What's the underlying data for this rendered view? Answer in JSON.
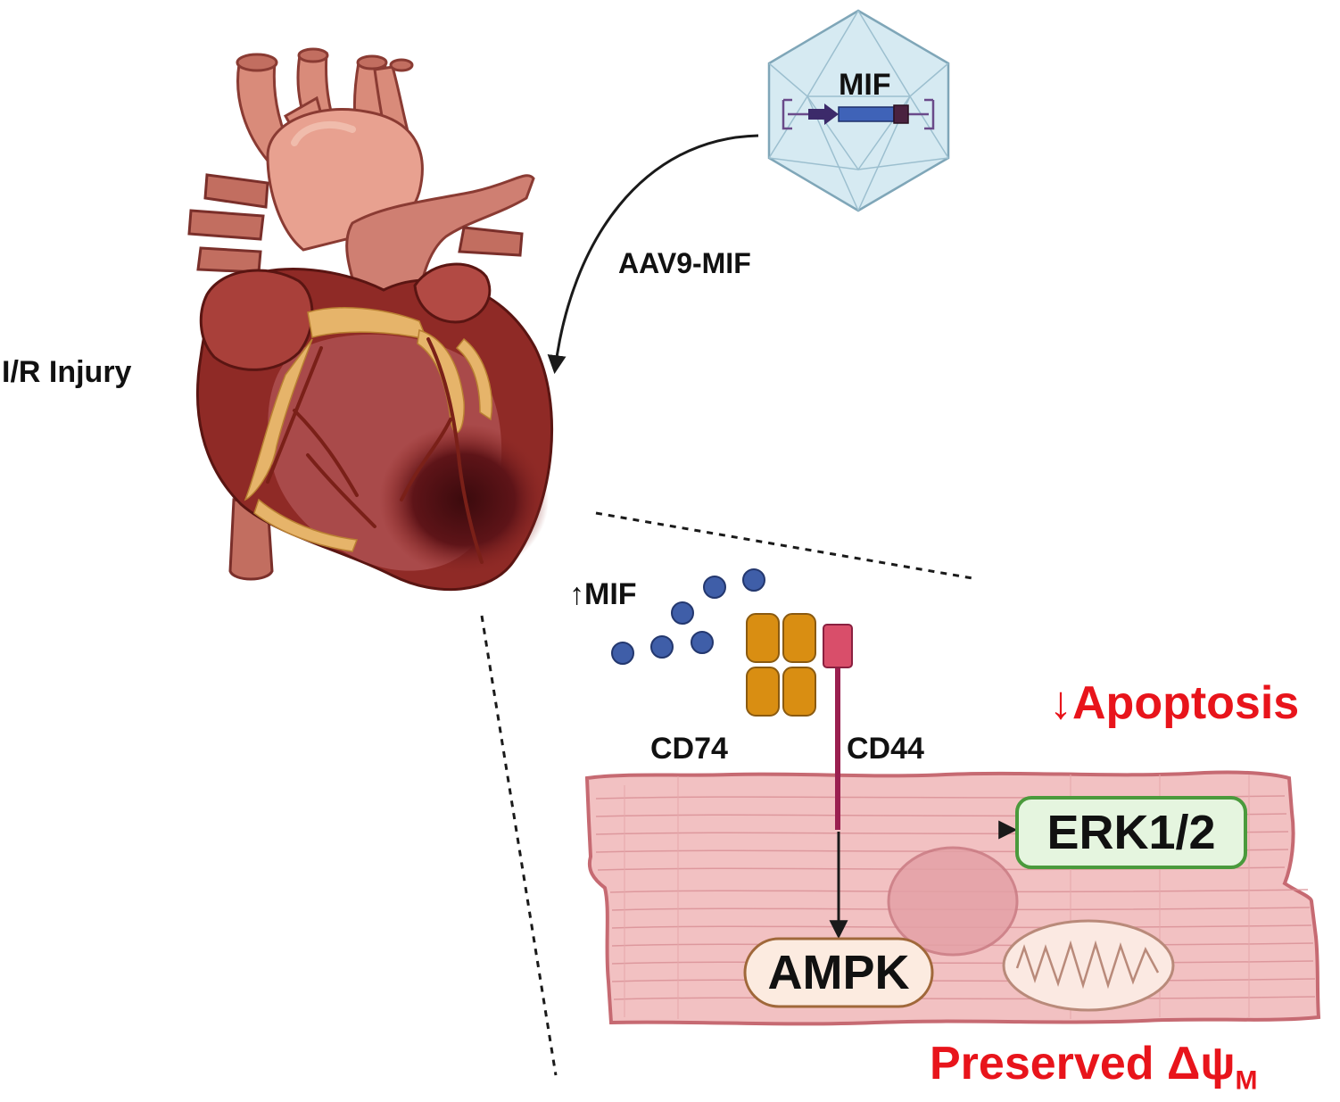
{
  "figure": {
    "vector": {
      "gene_label": "MIF"
    },
    "delivery_label": "AAV9-MIF",
    "condition_label": "I/R Injury",
    "ligand_label": "↑MIF",
    "receptors": {
      "cd74": "CD74",
      "cd44": "CD44"
    },
    "signals": {
      "erk": "ERK1/2",
      "ampk": "AMPK"
    },
    "outcomes": {
      "apoptosis": "↓Apoptosis",
      "potential_main": "Preserved Δψ",
      "potential_sub": "M"
    }
  },
  "colors": {
    "heart_dark": "#8f2a26",
    "heart_mid": "#a94a4a",
    "vessel": "#d98b7a",
    "fat": "#e6b46a",
    "infarct": "#4a0f12",
    "cell": "#f2c1c2",
    "cell_stroke": "#c66a72",
    "cd74": "#d98e12",
    "cd44": "#d94e6a",
    "mif_dot": "#3f5ea8",
    "erk_fill": "#e5f5df",
    "erk_stroke": "#4a9a3c",
    "ampk_fill": "#fcebe0",
    "ampk_stroke": "#a0683a",
    "capsid": "#d6eaf2",
    "outcome_red": "#e8141b"
  },
  "icons": [
    "heart-illustration",
    "aav-capsid-icon",
    "cardiomyocyte-illustration",
    "mitochondrion-icon",
    "nucleus-icon"
  ]
}
